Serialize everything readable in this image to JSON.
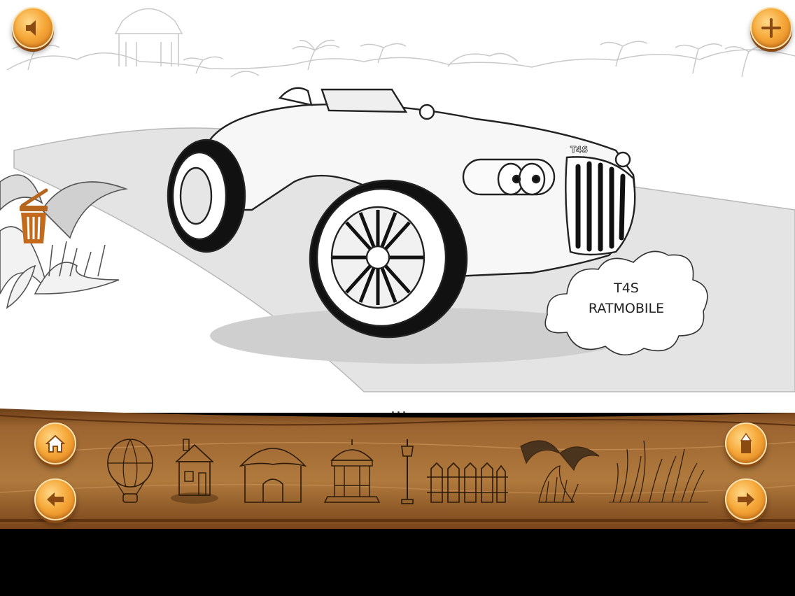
{
  "app": {
    "canvas_background": "#ffffff",
    "toolbar_color": "#8d5626",
    "accent": "#f6a93a"
  },
  "canvas": {
    "caption_bubble": {
      "line1": "T4S",
      "line2": "RATMOBILE"
    },
    "car_plate": "T4S"
  },
  "top_buttons": [
    {
      "icon": "speaker-icon",
      "label": "sound"
    },
    {
      "icon": "plus-icon",
      "label": "add"
    }
  ],
  "trash": {
    "icon": "trash-bin-icon"
  },
  "toolbar": {
    "more_label": "...",
    "left_buttons": [
      {
        "icon": "home-icon"
      },
      {
        "icon": "arrow-left-icon"
      }
    ],
    "right_buttons": [
      {
        "icon": "pencil-icon"
      },
      {
        "icon": "arrow-right-icon"
      }
    ],
    "stickers": [
      {
        "name": "hot-air-balloon"
      },
      {
        "name": "cottage"
      },
      {
        "name": "straw-hut"
      },
      {
        "name": "gazebo"
      },
      {
        "name": "street-lamp"
      },
      {
        "name": "wooden-fence"
      },
      {
        "name": "palm-bush"
      },
      {
        "name": "grass-tuft"
      }
    ]
  }
}
